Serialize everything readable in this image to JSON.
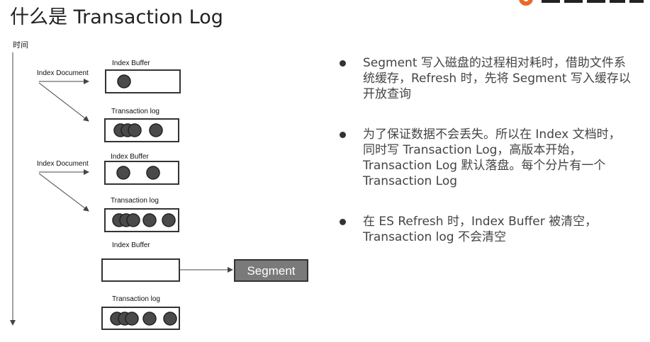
{
  "title": "什么是 Transaction Log",
  "diagram": {
    "time_axis_label": "时间",
    "index_document_label": "Index Document",
    "index_buffer_label": "Index Buffer",
    "transaction_log_label": "Transaction log",
    "segment_label": "Segment"
  },
  "bullets": [
    "Segment 写入磁盘的过程相对耗时，借助文件系统缓存，Refresh 时，先将 Segment 写入缓存以开放查询",
    "为了保证数据不会丢失。所以在 Index 文档时，同时写 Transaction Log，高版本开始，Transaction Log 默认落盘。每个分片有一个 Transaction Log",
    "在 ES Refresh 时，Index Buffer 被清空，Transaction log 不会清空"
  ],
  "colors": {
    "doc_fill": "#4a4a4a",
    "segment_fill": "#7a7a7a",
    "logo_orange": "#e8692a"
  }
}
